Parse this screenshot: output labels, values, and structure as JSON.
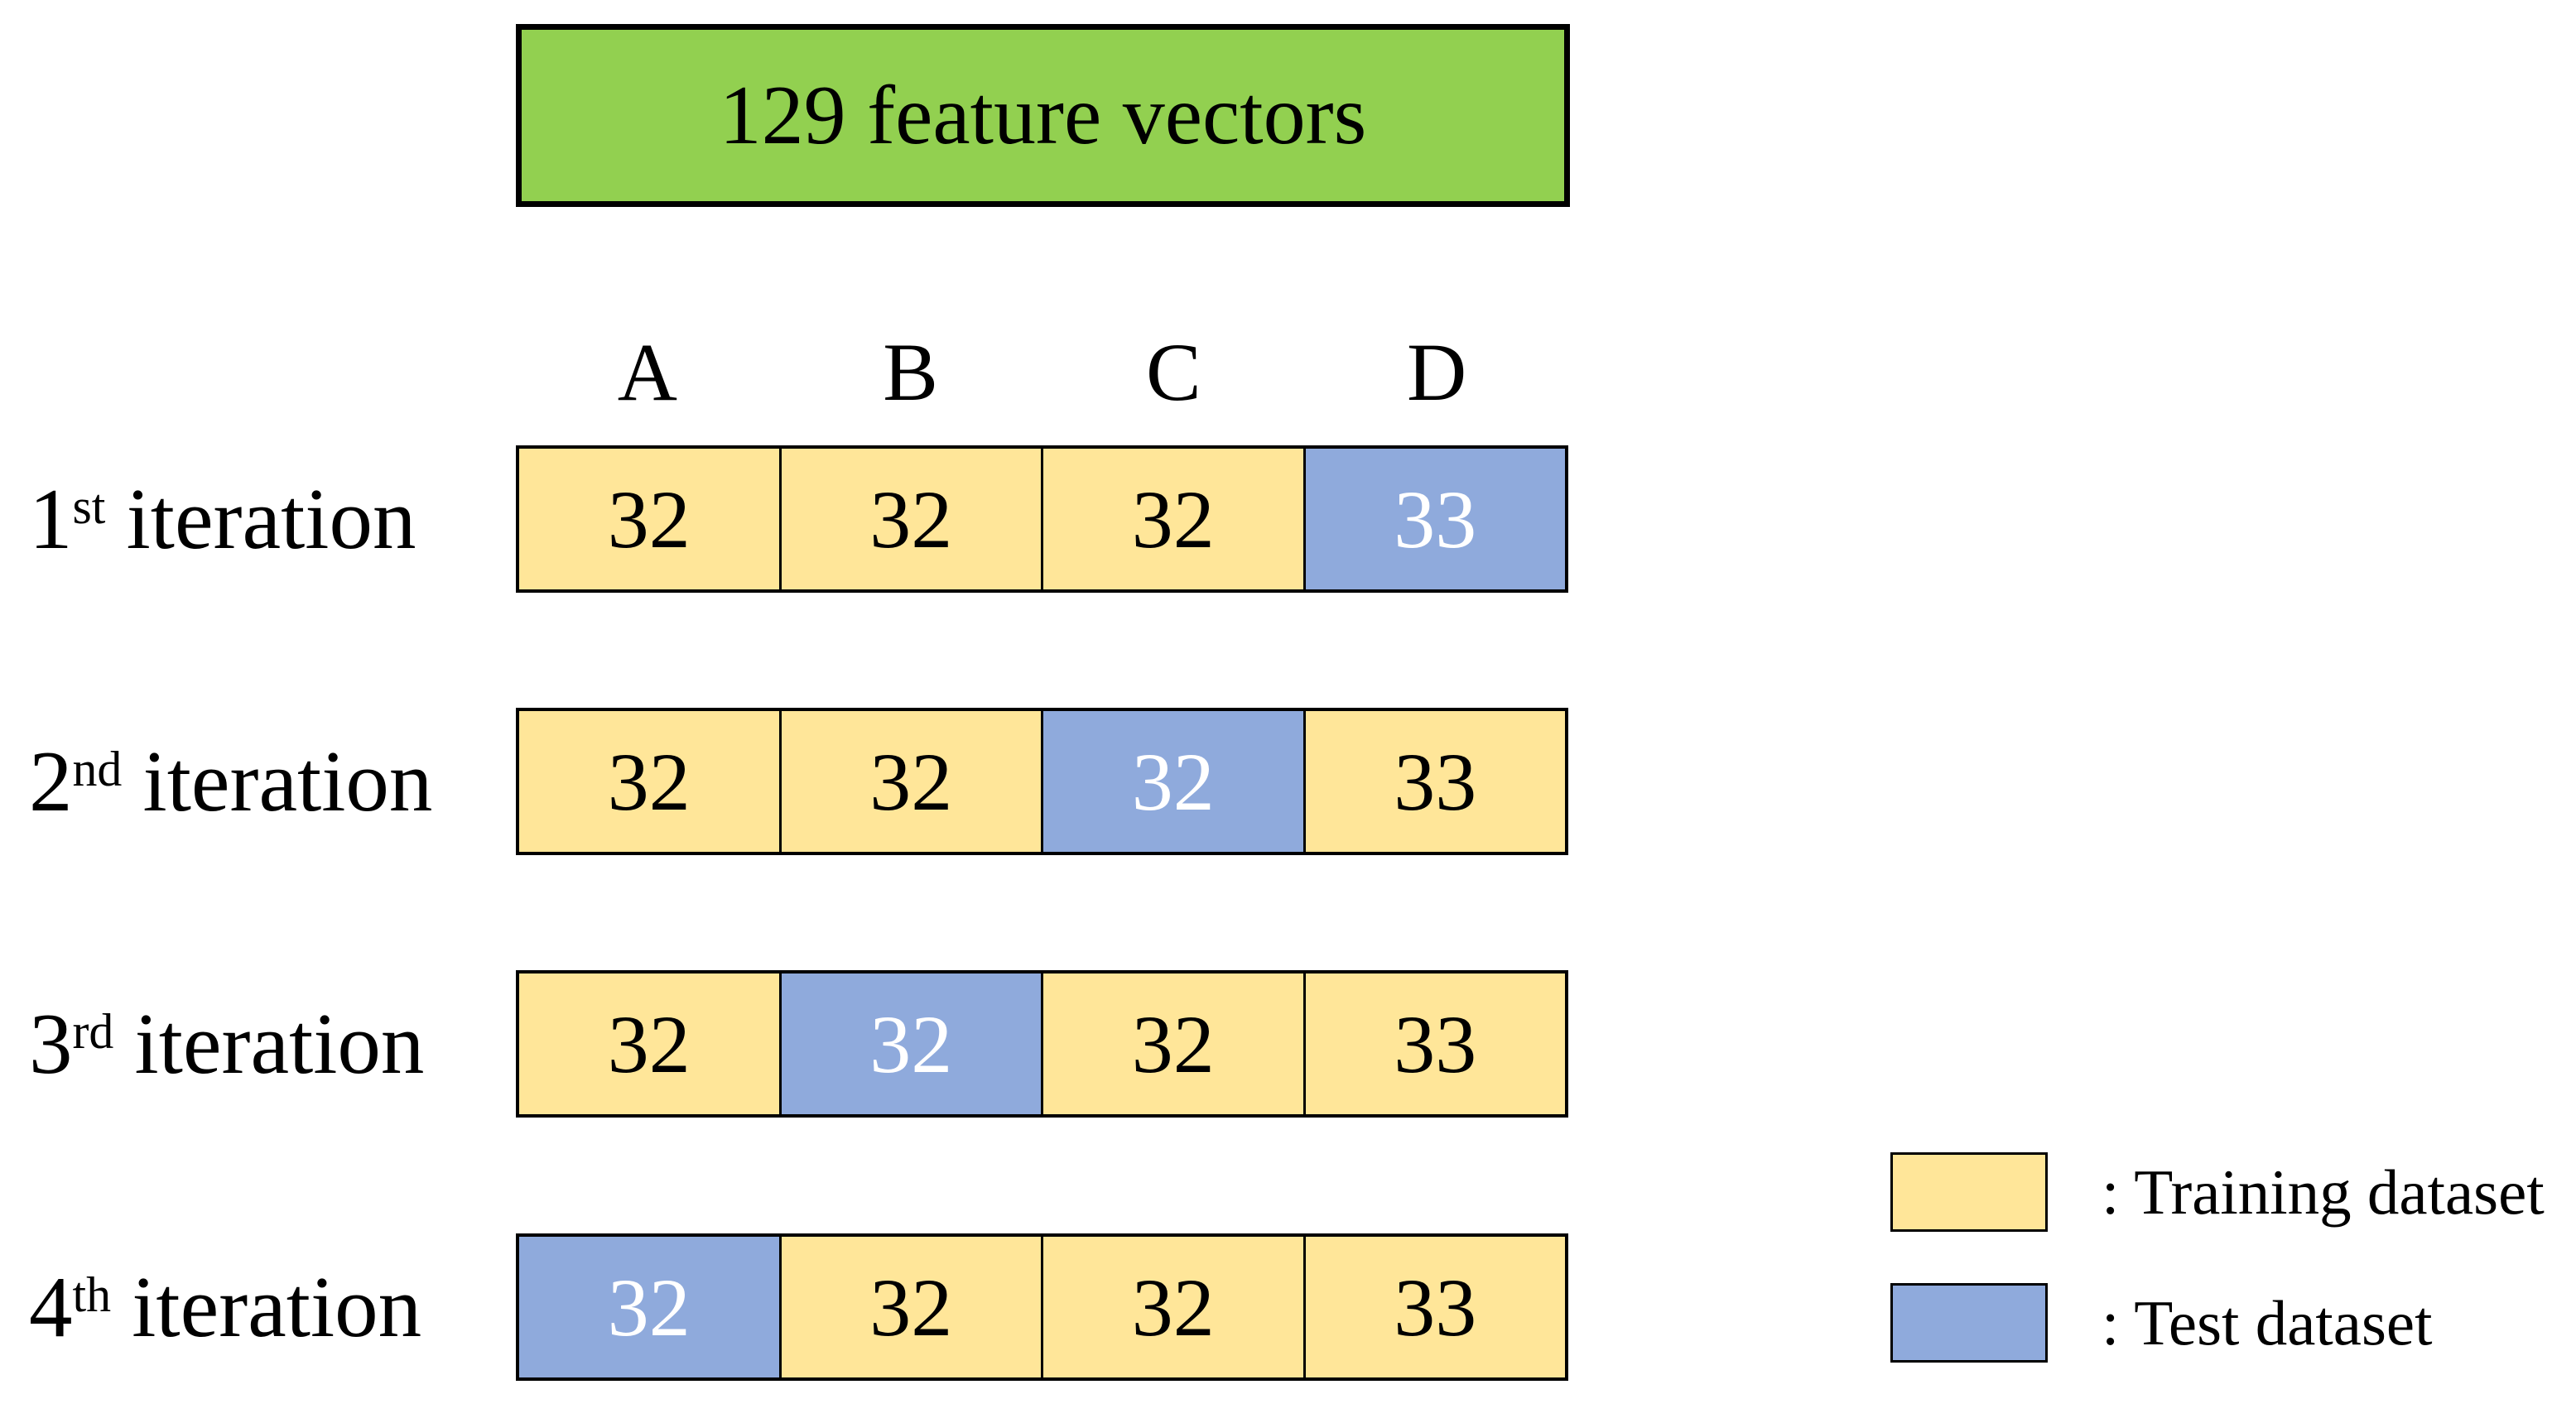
{
  "title_box": {
    "label": "129 feature vectors"
  },
  "columns": [
    "A",
    "B",
    "C",
    "D"
  ],
  "iterations": [
    {
      "ordinal": "1",
      "suffix": "st",
      "word": "iteration",
      "cells": [
        {
          "value": "32",
          "role": "train"
        },
        {
          "value": "32",
          "role": "train"
        },
        {
          "value": "32",
          "role": "train"
        },
        {
          "value": "33",
          "role": "test"
        }
      ]
    },
    {
      "ordinal": "2",
      "suffix": "nd",
      "word": "iteration",
      "cells": [
        {
          "value": "32",
          "role": "train"
        },
        {
          "value": "32",
          "role": "train"
        },
        {
          "value": "32",
          "role": "test"
        },
        {
          "value": "33",
          "role": "train"
        }
      ]
    },
    {
      "ordinal": "3",
      "suffix": "rd",
      "word": "iteration",
      "cells": [
        {
          "value": "32",
          "role": "train"
        },
        {
          "value": "32",
          "role": "test"
        },
        {
          "value": "32",
          "role": "train"
        },
        {
          "value": "33",
          "role": "train"
        }
      ]
    },
    {
      "ordinal": "4",
      "suffix": "th",
      "word": "iteration",
      "cells": [
        {
          "value": "32",
          "role": "test"
        },
        {
          "value": "32",
          "role": "train"
        },
        {
          "value": "32",
          "role": "train"
        },
        {
          "value": "33",
          "role": "train"
        }
      ]
    }
  ],
  "legend": {
    "items": [
      {
        "swatch": "train",
        "label": ": Training dataset"
      },
      {
        "swatch": "test",
        "label": ": Test dataset"
      }
    ]
  },
  "colors": {
    "feature_box": "#92D050",
    "training": "#FFE699",
    "test": "#8FAADC",
    "training_text": "#000000",
    "test_text": "#FFFFFF",
    "border": "#000000"
  }
}
